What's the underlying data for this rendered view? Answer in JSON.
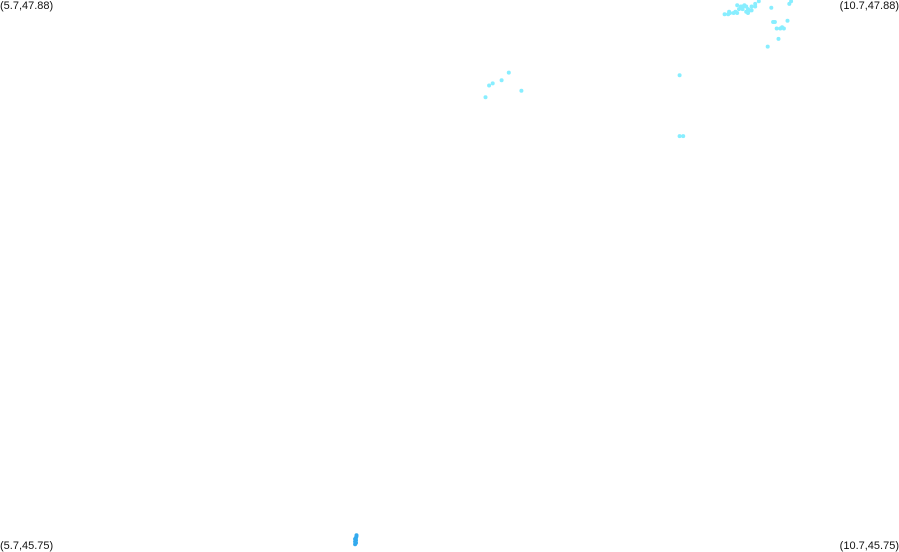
{
  "map": {
    "corners": {
      "top_left": "(5.7,47.88)",
      "top_right": "(10.7,47.88)",
      "bottom_left": "(5.7,45.75)",
      "bottom_right": "(10.7,45.75)"
    },
    "bounds": {
      "lon_min": 5.7,
      "lon_max": 10.7,
      "lat_min": 45.75,
      "lat_max": 47.88
    },
    "series": [
      {
        "color": "#88eeff",
        "points": [
          [
            9.75,
            47.825
          ],
          [
            9.73,
            47.825
          ],
          [
            9.755,
            47.835
          ],
          [
            9.76,
            47.83
          ],
          [
            9.78,
            47.83
          ],
          [
            9.79,
            47.835
          ],
          [
            9.8,
            47.83
          ],
          [
            9.81,
            47.845
          ],
          [
            9.83,
            47.845
          ],
          [
            9.83,
            47.855
          ],
          [
            9.86,
            47.845
          ],
          [
            9.85,
            47.855
          ],
          [
            9.87,
            47.84
          ],
          [
            9.86,
            47.83
          ],
          [
            9.88,
            47.84
          ],
          [
            9.9,
            47.855
          ],
          [
            9.9,
            47.865
          ],
          [
            9.88,
            47.855
          ],
          [
            9.84,
            47.86
          ],
          [
            9.8,
            47.86
          ],
          [
            9.82,
            47.855
          ],
          [
            9.85,
            47.835
          ],
          [
            9.83,
            47.85
          ],
          [
            9.92,
            47.875
          ],
          [
            9.99,
            47.85
          ],
          [
            10.09,
            47.865
          ],
          [
            10.1,
            47.875
          ],
          [
            10.08,
            47.8
          ],
          [
            10.0,
            47.795
          ],
          [
            10.01,
            47.795
          ],
          [
            10.05,
            47.775
          ],
          [
            10.06,
            47.77
          ],
          [
            10.02,
            47.77
          ],
          [
            10.04,
            47.77
          ],
          [
            10.03,
            47.73
          ],
          [
            9.97,
            47.7
          ],
          [
            8.53,
            47.6
          ],
          [
            8.49,
            47.57
          ],
          [
            8.44,
            47.558
          ],
          [
            8.42,
            47.55
          ],
          [
            8.6,
            47.53
          ],
          [
            8.4,
            47.505
          ],
          [
            9.48,
            47.59
          ],
          [
            9.48,
            47.355
          ],
          [
            9.5,
            47.355
          ]
        ]
      },
      {
        "color": "#33aaee",
        "points": [
          [
            7.675,
            45.78
          ],
          [
            7.68,
            45.785
          ],
          [
            7.675,
            45.79
          ],
          [
            7.68,
            45.795
          ],
          [
            7.675,
            45.8
          ],
          [
            7.68,
            45.805
          ],
          [
            7.682,
            45.81
          ],
          [
            7.683,
            45.815
          ]
        ]
      }
    ]
  }
}
